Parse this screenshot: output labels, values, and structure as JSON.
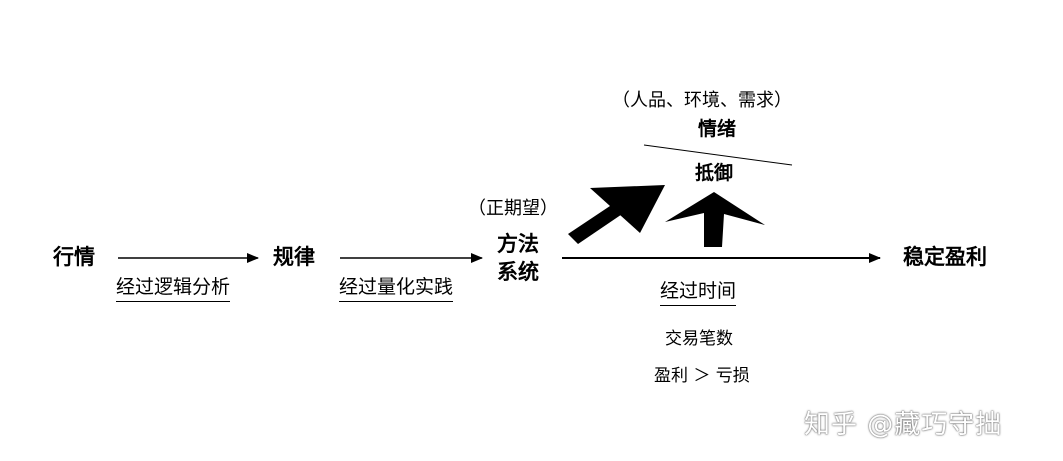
{
  "nodes": {
    "market": "行情",
    "rules": "规律",
    "method_line1": "方法",
    "method_line2": "系统",
    "stable_profit": "稳定盈利"
  },
  "edges": {
    "market_to_rules": "经过逻辑分析",
    "rules_to_method": "经过量化实践",
    "method_to_profit": "经过时间"
  },
  "annotations": {
    "expectation": "（正期望）",
    "factors": "（人品、环境、需求）",
    "emotion": "情绪",
    "resist": "抵御",
    "trade_count": "交易笔数",
    "profit_vs_loss": "盈利 ＞ 亏损"
  },
  "watermark": "知乎 @藏巧守拙",
  "colors": {
    "ink": "#000000",
    "background": "#ffffff"
  }
}
